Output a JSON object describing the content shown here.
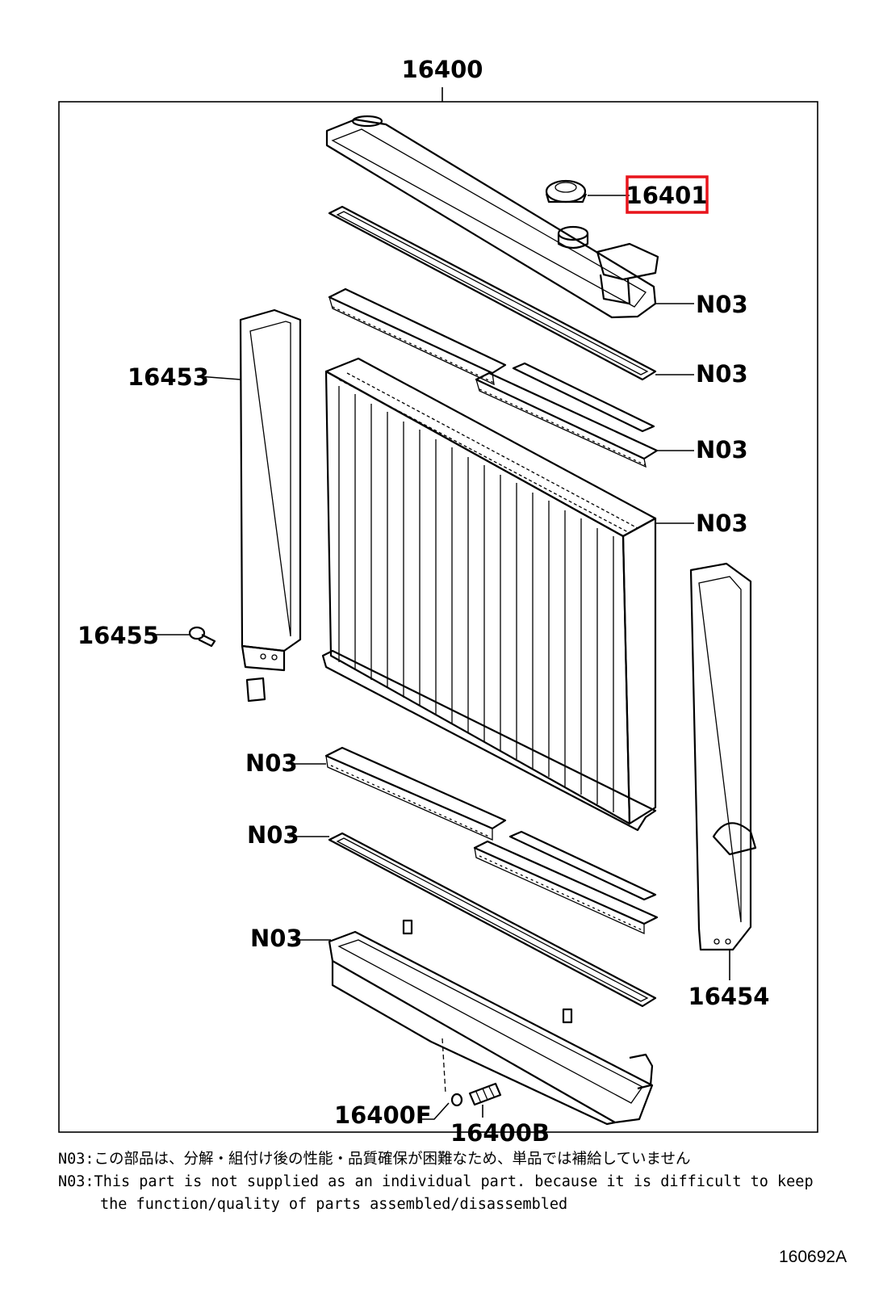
{
  "labels": {
    "assembly": "16400",
    "cap": "16401",
    "support_left": "16453",
    "support_right": "16454",
    "bolt": "16455",
    "drain_gasket": "16400F",
    "drain_cock": "16400B",
    "n03": "N03"
  },
  "highlight": {
    "part": "16401",
    "color": "#e8141b"
  },
  "notes": {
    "line_jp": "N03:この部品は、分解・組付け後の性能・品質確保が困難なため、単品では補給していません",
    "line_en_1": "N03:This part is not supplied as an individual part. because it is difficult to keep",
    "line_en_2": "the function/quality of parts assembled/disassembled"
  },
  "figure_id": "160692A"
}
